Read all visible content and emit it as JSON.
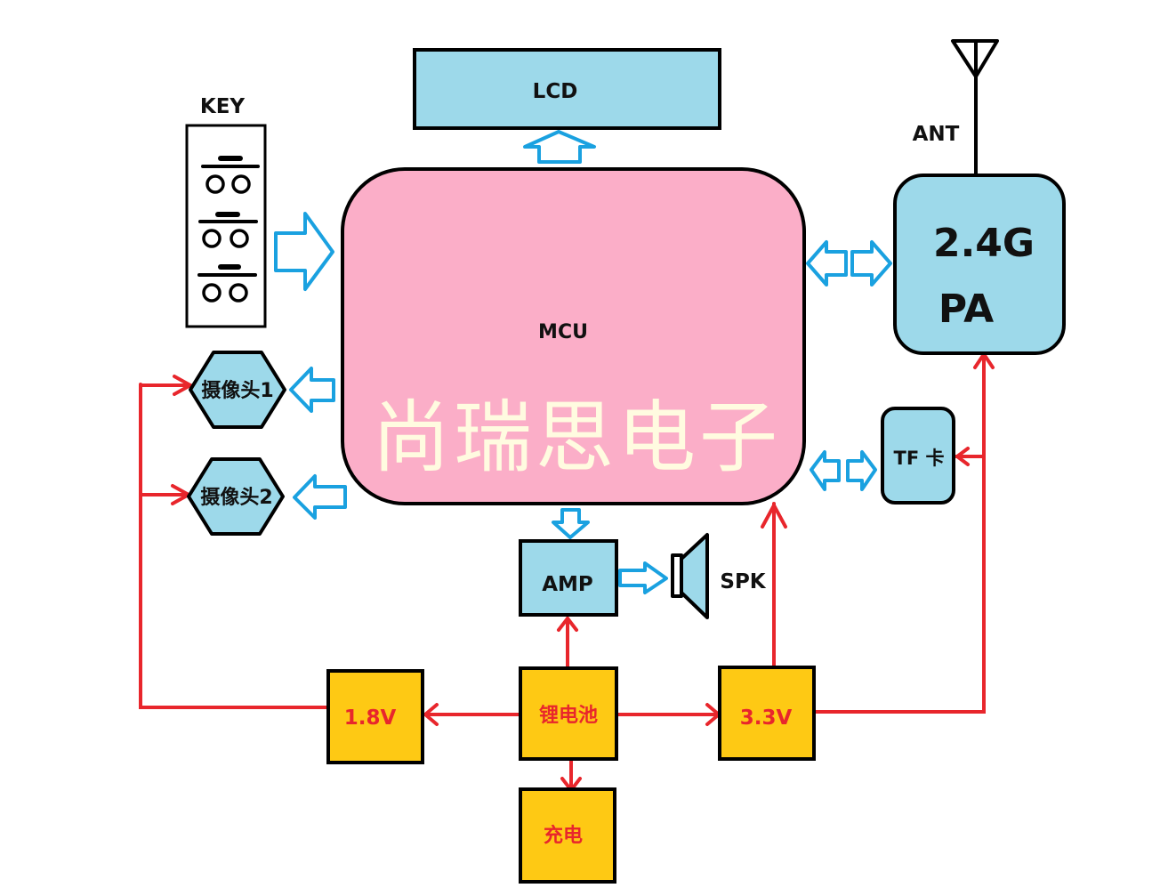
{
  "diagram": {
    "type": "block-diagram",
    "colors": {
      "module_fill": "#9dd9ea",
      "mcu_fill": "#fbaec8",
      "power_fill": "#fec914",
      "outline": "#000000",
      "data_arrow": "#1aa1e0",
      "power_line": "#e8262c",
      "watermark": "#fffbe0"
    },
    "blocks": {
      "lcd": "LCD",
      "key": "KEY",
      "mcu": "MCU",
      "watermark": "尚瑞思电子",
      "pa_line1": "2.4G",
      "pa_line2": "PA",
      "ant": "ANT",
      "camera1": "摄像头1",
      "camera2": "摄像头2",
      "tf": "TF 卡",
      "amp": "AMP",
      "spk": "SPK",
      "v18": "1.8V",
      "battery": "锂电池",
      "v33": "3.3V",
      "charge": "充电"
    },
    "data_links": [
      {
        "from": "MCU",
        "to": "LCD",
        "dir": "one-way"
      },
      {
        "from": "KEY",
        "to": "MCU",
        "dir": "one-way"
      },
      {
        "from": "MCU",
        "to": "摄像头1",
        "dir": "one-way"
      },
      {
        "from": "MCU",
        "to": "摄像头2",
        "dir": "one-way"
      },
      {
        "from": "MCU",
        "to": "2.4G PA",
        "dir": "bidirectional"
      },
      {
        "from": "MCU",
        "to": "TF 卡",
        "dir": "bidirectional"
      },
      {
        "from": "MCU",
        "to": "AMP",
        "dir": "one-way"
      },
      {
        "from": "AMP",
        "to": "SPK",
        "dir": "one-way"
      }
    ],
    "power_links": [
      {
        "from": "锂电池",
        "to": "AMP"
      },
      {
        "from": "锂电池",
        "to": "1.8V"
      },
      {
        "from": "锂电池",
        "to": "3.3V"
      },
      {
        "from": "锂电池",
        "to": "充电"
      },
      {
        "from": "1.8V",
        "to": "摄像头1"
      },
      {
        "from": "1.8V",
        "to": "摄像头2"
      },
      {
        "from": "3.3V",
        "to": "MCU"
      },
      {
        "from": "3.3V",
        "to": "2.4G PA"
      },
      {
        "from": "3.3V",
        "to": "TF 卡"
      }
    ]
  }
}
